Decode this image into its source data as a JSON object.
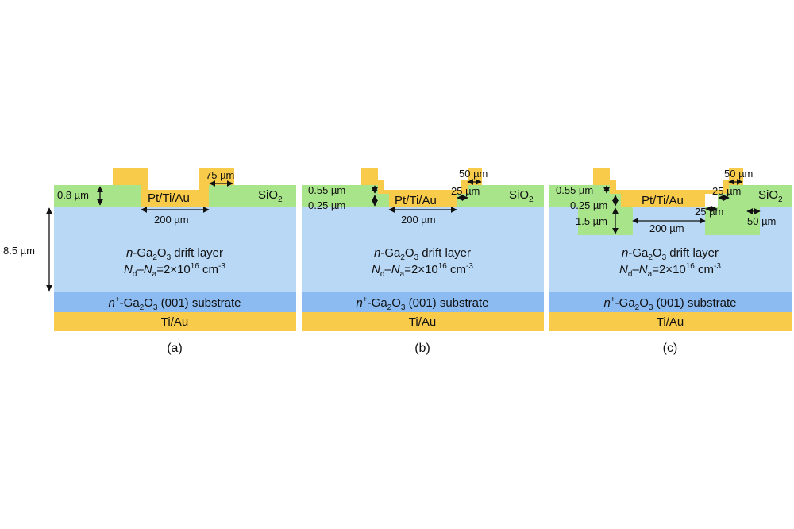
{
  "colors": {
    "metal": "#F8CB4A",
    "oxide": "#A8E48A",
    "drift": "#B8D8F6",
    "substrate": "#8BBBF0",
    "arrow": "#111111"
  },
  "layers": {
    "drift_prefix": "n",
    "drift_mid1": "-Ga",
    "drift_sub1": "2",
    "drift_mid2": "O",
    "drift_sub2": "3",
    "drift_suffix": " drift layer",
    "doping_n": "N",
    "doping_d": "d",
    "doping_dash": "–",
    "doping_a": "a",
    "doping_eq": "=2×10",
    "doping_exp": "16",
    "doping_unit": " cm",
    "doping_unit_exp": "-3",
    "sub_n": "n",
    "sub_plus": "+",
    "sub_mid1": "-Ga",
    "sub_sub1": "2",
    "sub_mid2": "O",
    "sub_sub2": "3",
    "sub_suffix": " (001) substrate",
    "backside": "Ti/Au",
    "anode": "Pt/Ti/Au",
    "oxide_base": "SiO",
    "oxide_sub": "2"
  },
  "panel_a": {
    "caption": "(a)",
    "thickness_left": "8.5 µm",
    "oxide_thickness": "0.8 µm",
    "overlap": "75 µm",
    "window": "200 µm"
  },
  "panel_b": {
    "caption": "(b)",
    "step1": "0.55 µm",
    "step2": "0.25 µm",
    "overlap": "50 µm",
    "step_width": "25 µm",
    "window": "200 µm"
  },
  "panel_c": {
    "caption": "(c)",
    "step1": "0.55 µm",
    "step2": "0.25 µm",
    "mesa": "1.5 µm",
    "overlap": "50 µm",
    "step_width": "25 µm",
    "step_width_2": "25 µm",
    "edge": "50 µm",
    "window": "200 µm"
  }
}
